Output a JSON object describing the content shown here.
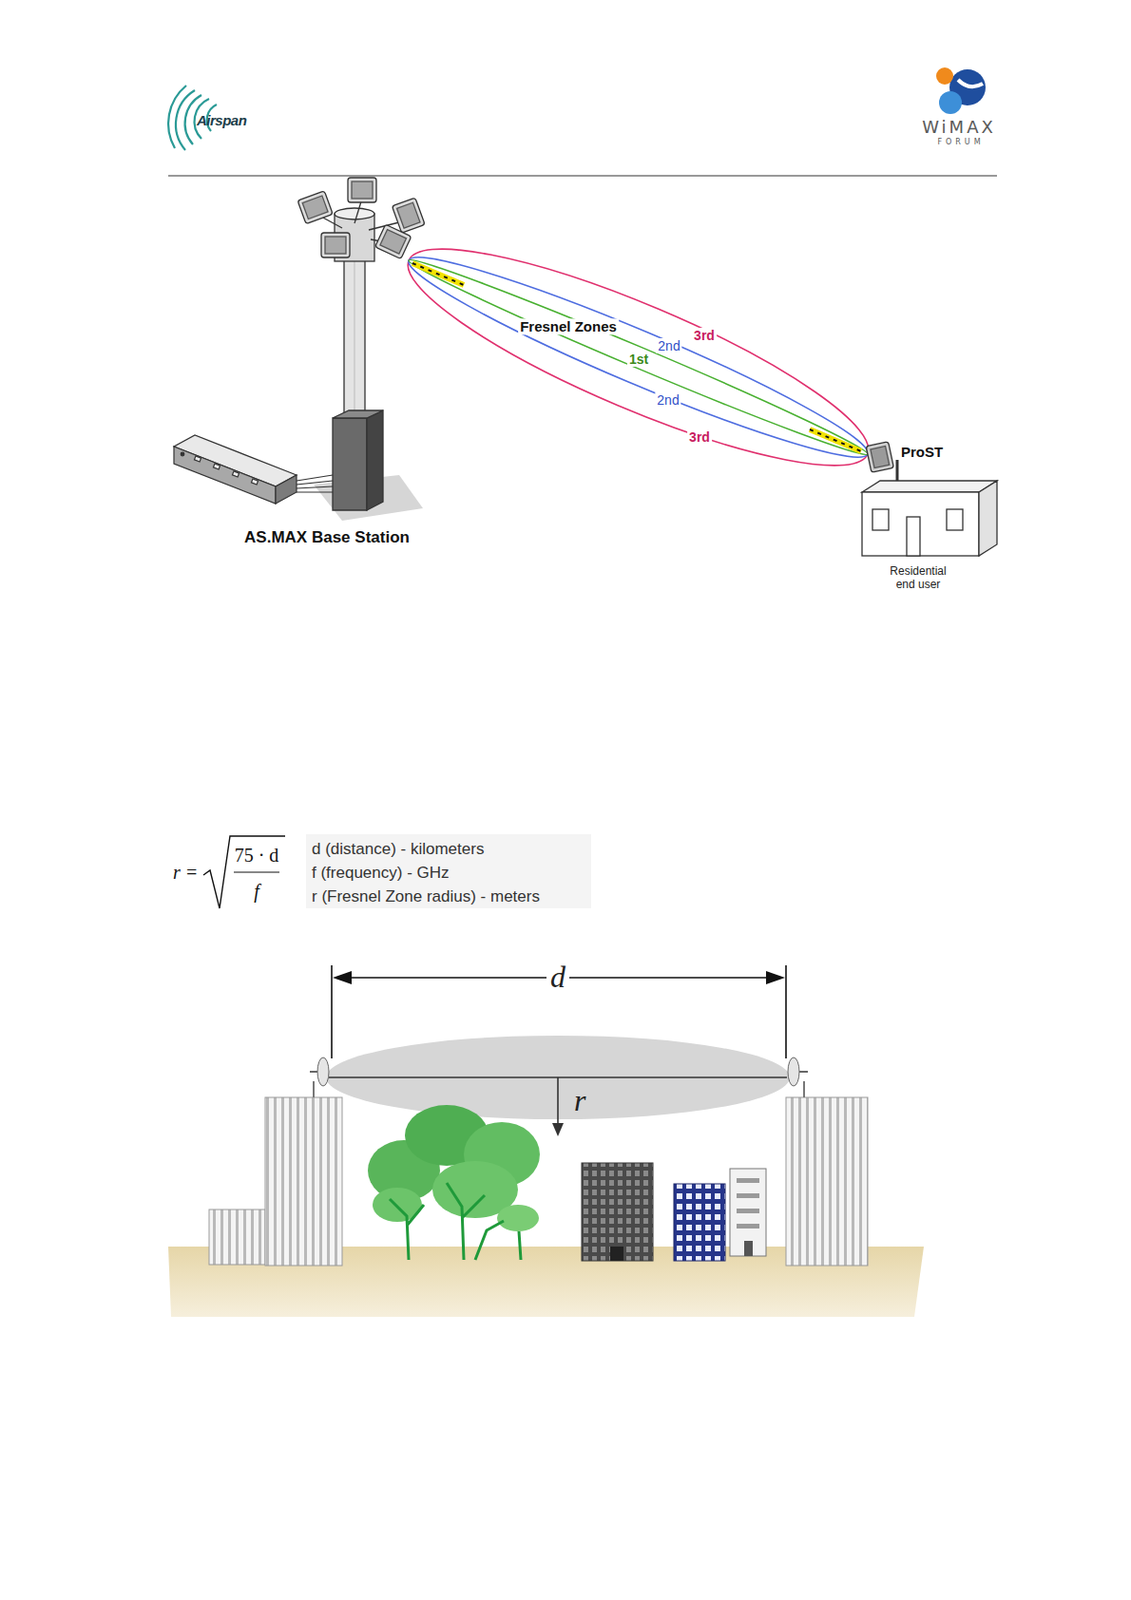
{
  "diagram": {
    "labels": [
      "Airspan",
      "WiMAX",
      "FORUM",
      "Fresnel Zones",
      "1st",
      "2nd",
      "3rd",
      "2nd",
      "3rd",
      "ProST",
      "AS.MAX Base Station",
      "Residential end user",
      "r =",
      "75 · d",
      "f",
      "d (distance) - kilometers",
      "f (frequency) - GHz",
      "r (Fresnel Zone radius) - meters",
      "d",
      "r"
    ]
  }
}
